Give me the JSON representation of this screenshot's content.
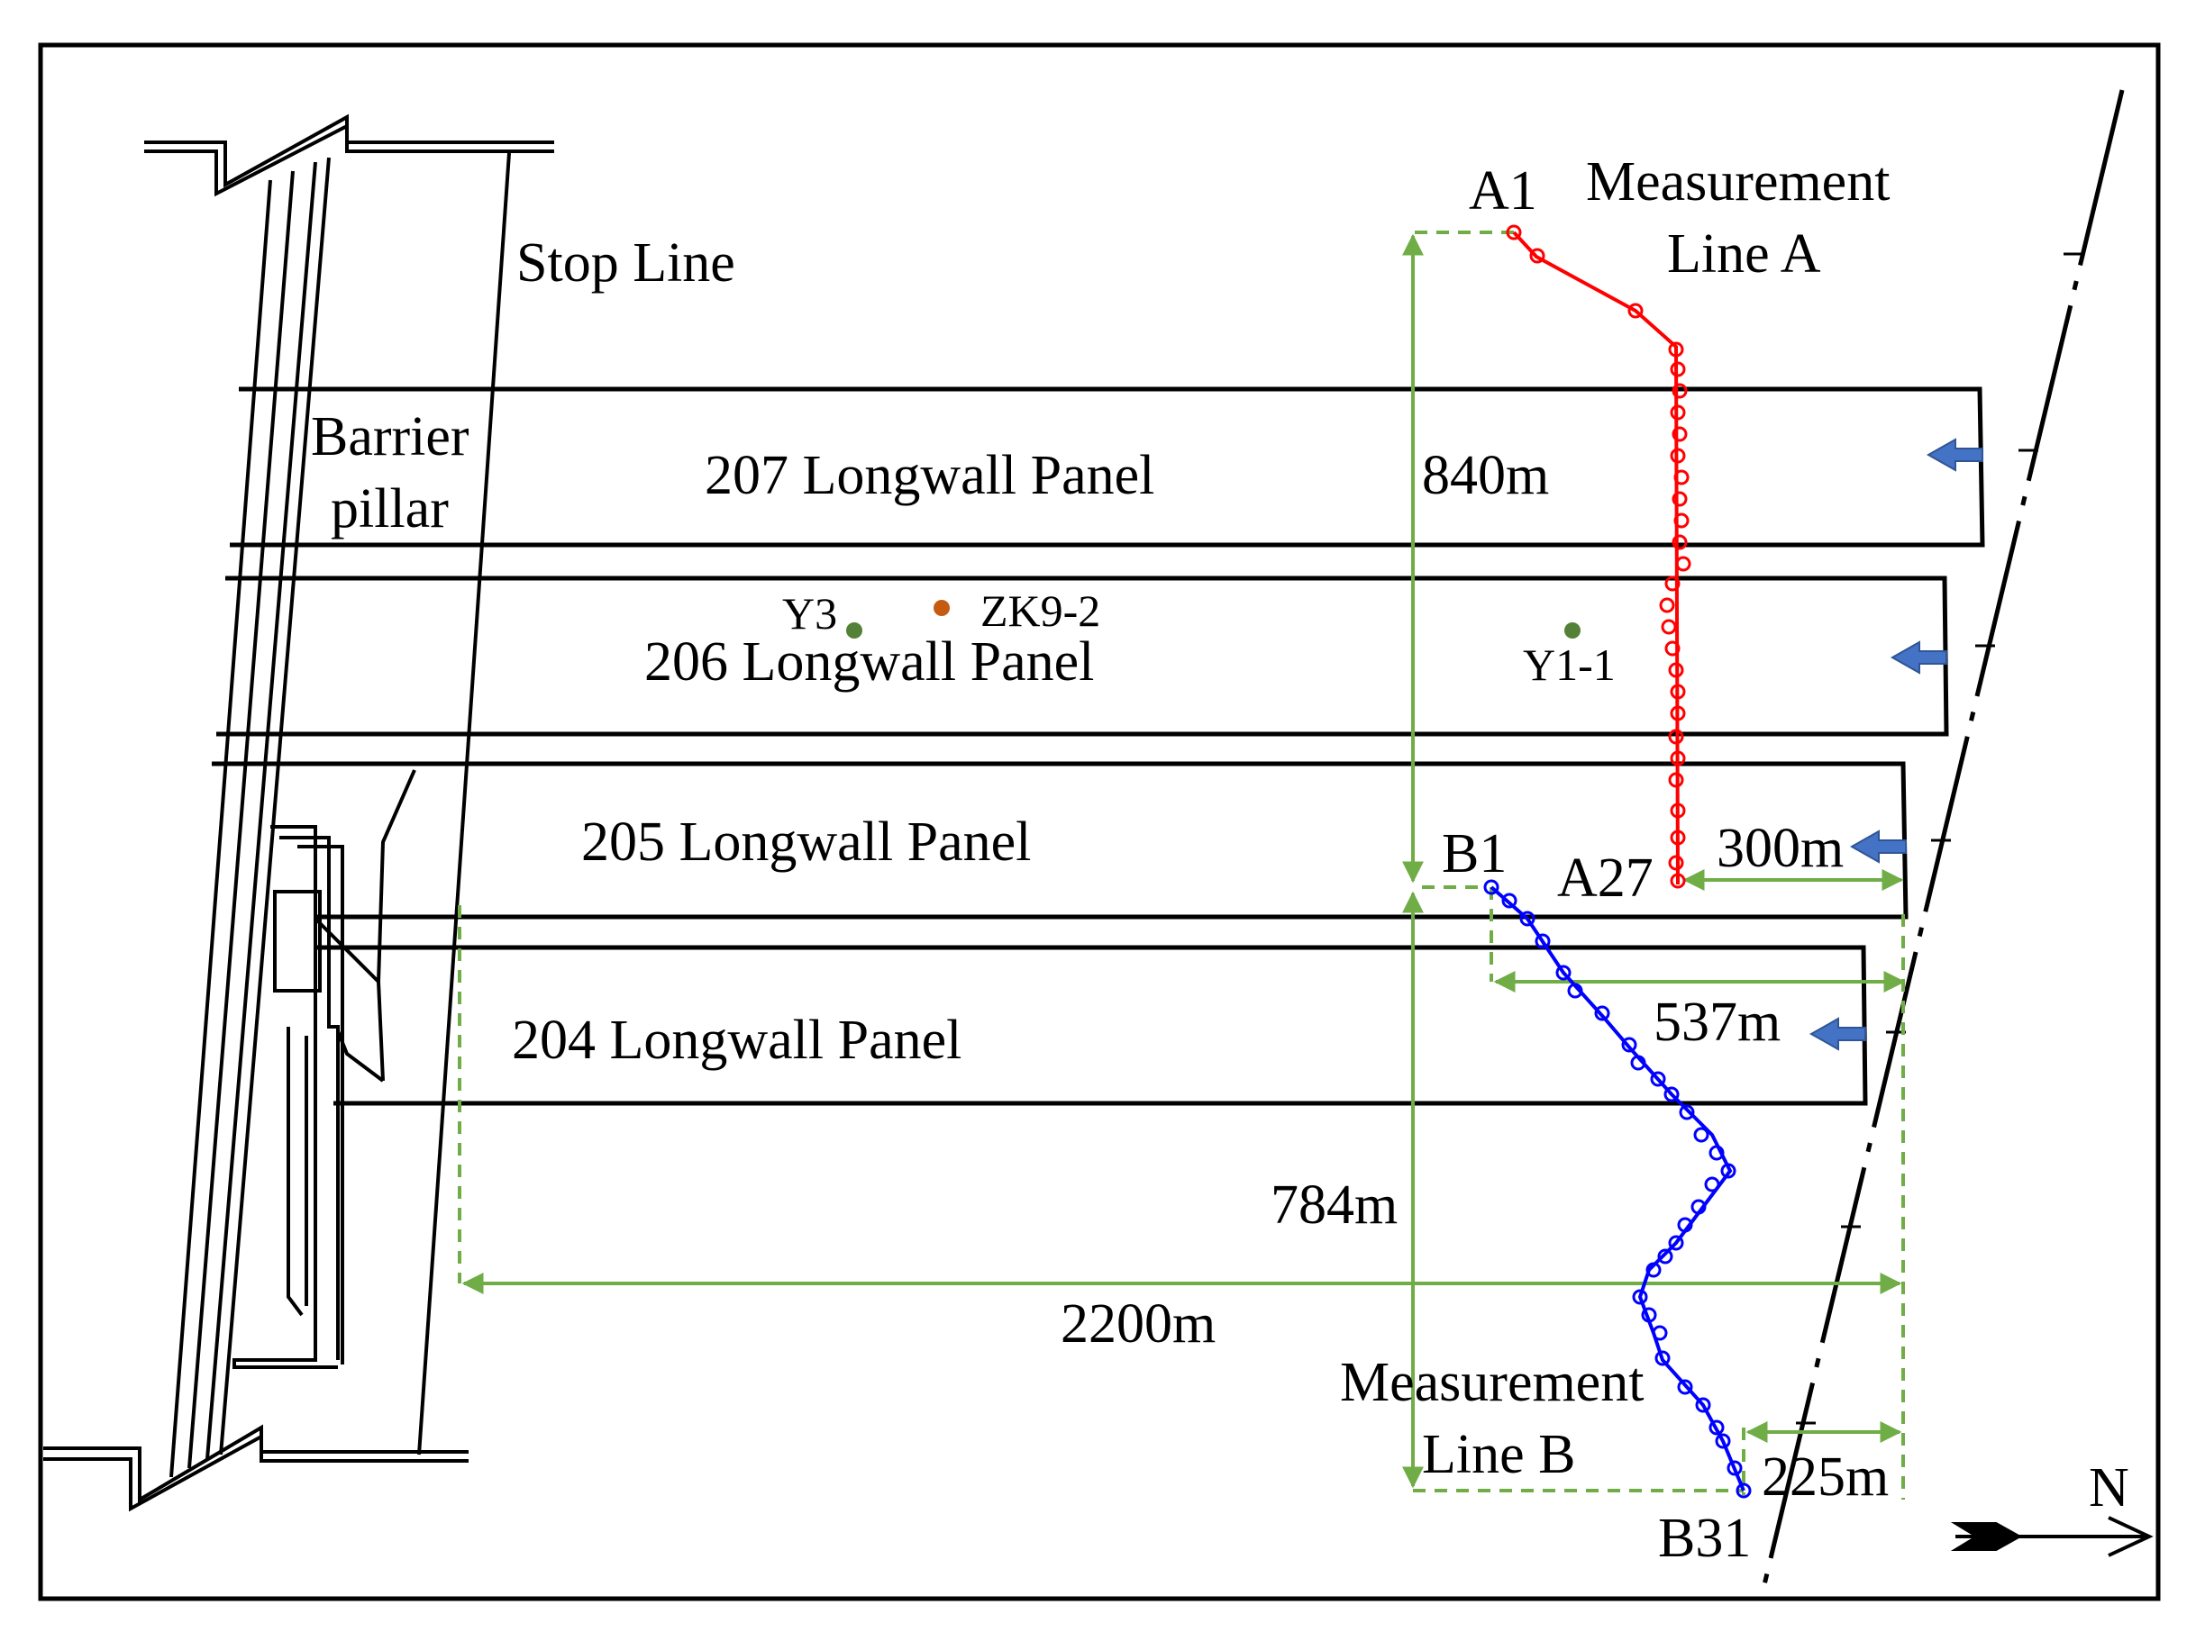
{
  "labels": {
    "stop_line": "Stop Line",
    "barrier_pillar_1": "Barrier",
    "barrier_pillar_2": "pillar",
    "panel_207": "207 Longwall Panel",
    "panel_206": "206 Longwall Panel",
    "panel_205": "205 Longwall Panel",
    "panel_204": "204 Longwall Panel",
    "measurement_a_1": "Measurement",
    "measurement_a_2": "Line A",
    "measurement_b_1": "Measurement",
    "measurement_b_2": "Line B",
    "point_a1": "A1",
    "point_a27": "A27",
    "point_b1": "B1",
    "point_b31": "B31",
    "borehole_y3": "Y3",
    "borehole_zk92": "ZK9-2",
    "borehole_y11": "Y1-1",
    "dim_840": "840m",
    "dim_784": "784m",
    "dim_300": "300m",
    "dim_537": "537m",
    "dim_2200": "2200m",
    "dim_225": "225m",
    "north": "N"
  },
  "measurement_lines": {
    "A": {
      "points": 27,
      "color": "#ff0000"
    },
    "B": {
      "points": 31,
      "color": "#0000ff"
    }
  },
  "colors": {
    "dimension": "#70ad47",
    "advance_arrow": "#4472c4",
    "borehole_green": "#538135",
    "borehole_orange": "#c55a11"
  }
}
